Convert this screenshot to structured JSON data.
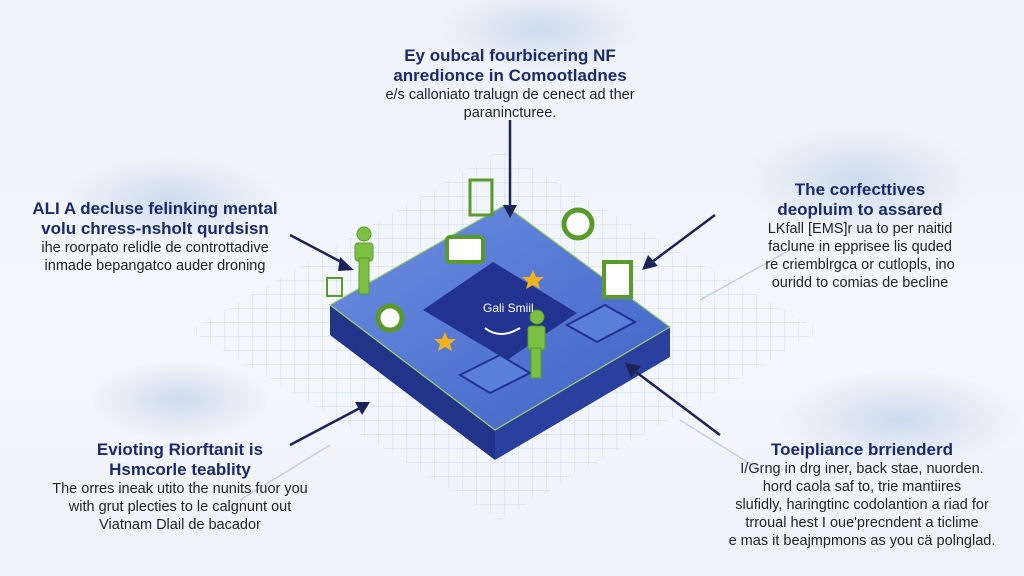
{
  "top_block": {
    "title": [
      "Ey oubcal fourbicering NF",
      "anredionce in Comootladnes"
    ],
    "desc": [
      "e/s calloniato tralugn de cenect ad ther",
      "paranincturee."
    ]
  },
  "left_block": {
    "title": [
      "ALI A decluse felinking mental",
      "volu chress-nsholt qurdsisn"
    ],
    "desc": [
      "ihe roorpato relidle de controttadive",
      "inmade bepangatco auder droning"
    ]
  },
  "right_block": {
    "title": [
      "The corfecttives",
      "deopluim to assared"
    ],
    "desc": [
      "LKfall [EMS]r ua to per naitid",
      "faclune in epprisee lis quded",
      "re criemblrgca or cutlopls, ino",
      "ouridd to comias de becline"
    ]
  },
  "bottom_left_block": {
    "title": [
      "Evioting Riorftanit is",
      "Hsmcorle teablity"
    ],
    "desc": [
      "The orres ineak utito the nunits fuor you",
      "with grut plecties to le calgnunt out",
      "Viatnam Dlail de bacador"
    ]
  },
  "bottom_right_block": {
    "title": [
      "Toeipliance brrienderd"
    ],
    "desc": [
      "I/Grng in drg iner, back stae, nuorden.",
      "hord caola saf to, trie mantiires",
      "slufidly, haringtinc codolantion a riad for",
      "trroual hest I oue'precndent a ticlime",
      "e mas it beajmpmons as you cä polnglad."
    ]
  },
  "center_logo_text": "Gali Smiil",
  "colors": {
    "platform": "#4a6fd0",
    "platform_side": "#2a3f9e",
    "center": "#22338f",
    "accent_green": "#7bc043",
    "arrow": "#1a2456",
    "star": "#f2b21c"
  }
}
